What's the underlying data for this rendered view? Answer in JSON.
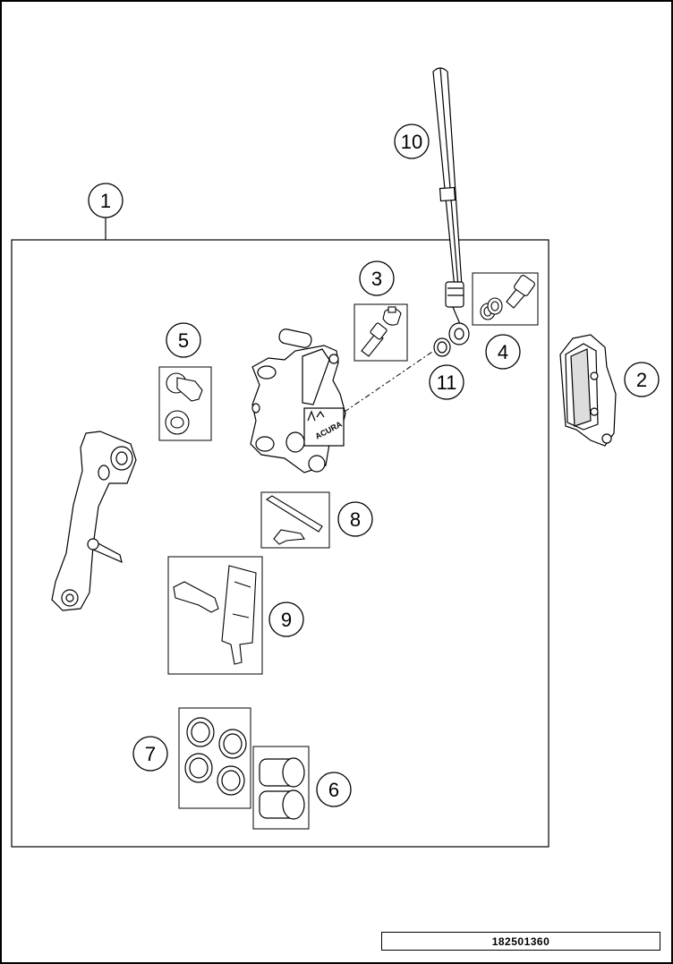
{
  "callouts": {
    "c1": "1",
    "c2": "2",
    "c3": "3",
    "c4": "4",
    "c5": "5",
    "c6": "6",
    "c7": "7",
    "c8": "8",
    "c9": "9",
    "c10": "10",
    "c11": "11"
  },
  "caliper_brand": "ACURA",
  "document_number": "182501360"
}
